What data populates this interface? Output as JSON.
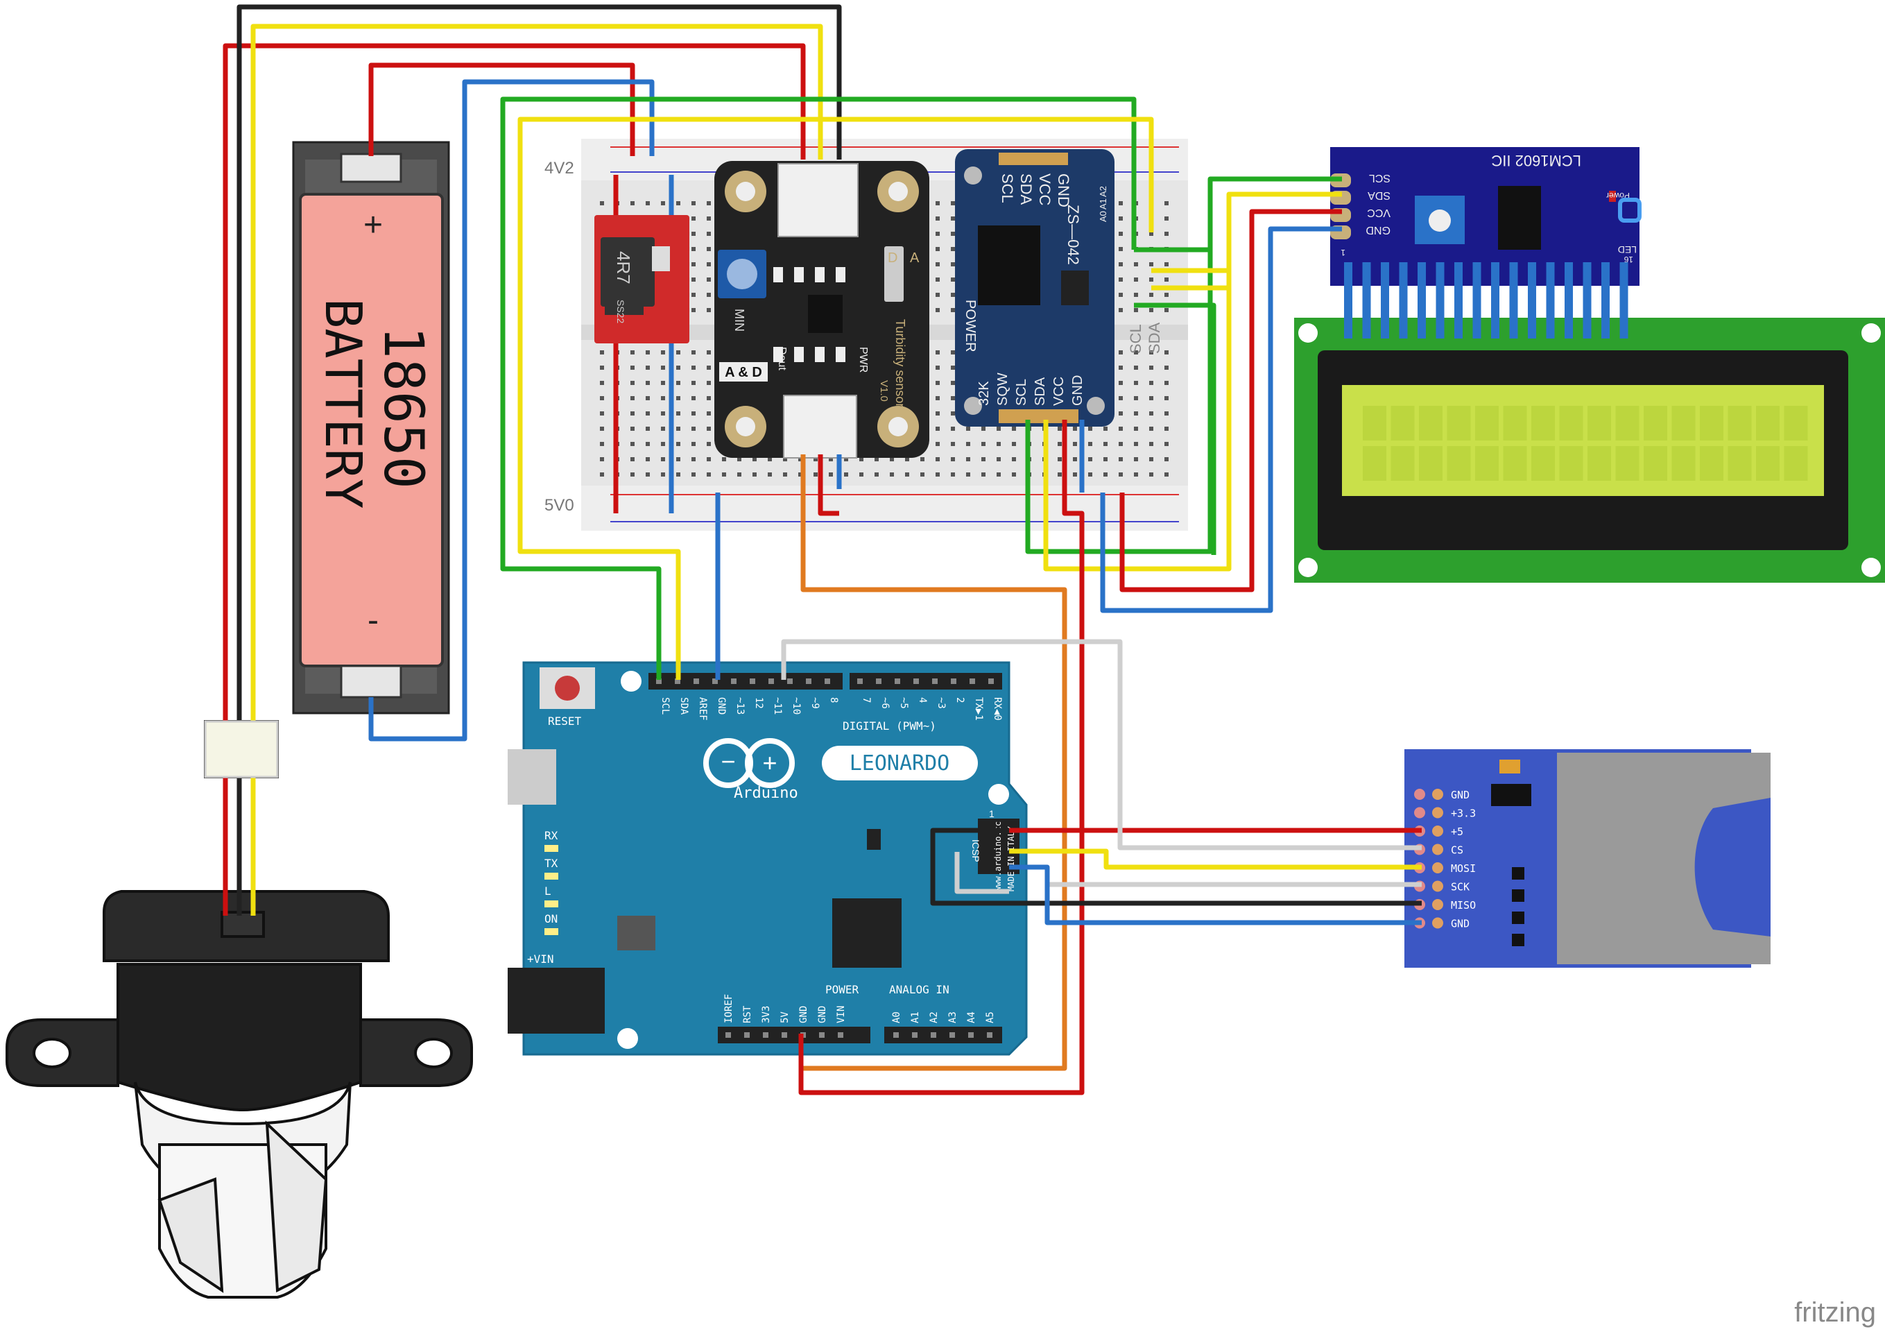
{
  "app": {
    "watermark": "fritzing"
  },
  "battery": {
    "model": "18650",
    "type": "BATTERY",
    "plus": "+",
    "minus": "-"
  },
  "breadboard": {
    "rail_top": "4V2",
    "rail_bottom": "5V0",
    "rail_right_scl": "SCL",
    "rail_right_sda": "SDA"
  },
  "boost_module": {
    "inductor": "4R7",
    "diode": "SS22"
  },
  "turbidity": {
    "name": "Turbidity sensor",
    "version": "V1.0",
    "mode_d": "D",
    "mode_a": "A",
    "min": "MIN",
    "ad": "A & D",
    "dout": "Dout",
    "pwr": "PWR"
  },
  "rtc": {
    "name": "ZS—042",
    "pins_top": [
      "SCL",
      "SDA",
      "VCC",
      "GND"
    ],
    "addr": [
      "A0",
      "A1",
      "A2"
    ],
    "power": "POWER",
    "pins_bottom": [
      "32K",
      "SQW",
      "SCL",
      "SDA",
      "VCC",
      "GND"
    ]
  },
  "lcd_backpack": {
    "name": "LCM1602 IIC",
    "pins": [
      "SCL",
      "SDA",
      "VCC",
      "GND"
    ],
    "power": "Power",
    "led": "LED",
    "pin_first": "1",
    "pin_last": "16"
  },
  "arduino": {
    "brand": "Arduino",
    "model": "LEONARDO",
    "reset": "RESET",
    "top_pins": [
      "SCL",
      "SDA",
      "AREF",
      "GND",
      "~13",
      "12",
      "~11",
      "~10",
      "~9",
      "8",
      "7",
      "~6",
      "~5",
      "4",
      "~3",
      "2",
      "TX▶1",
      "RX◀0"
    ],
    "digital_label": "DIGITAL (PWM~)",
    "leds": [
      "RX",
      "TX",
      "L",
      "ON"
    ],
    "vin": "+VIN",
    "power_label": "POWER",
    "analog_label": "ANALOG IN",
    "power_pins": [
      "IOREF",
      "RST",
      "3V3",
      "5V",
      "GND",
      "GND",
      "VIN"
    ],
    "analog_pins": [
      "A0",
      "A1",
      "A2",
      "A3",
      "A4",
      "A5"
    ],
    "icsp": "ICSP",
    "icsp_pin1": "1",
    "made_in": "www.arduino.cc",
    "made_in_italy": "MADE IN ITALY"
  },
  "sd_module": {
    "pins": [
      "GND",
      "+3.3",
      "+5",
      "CS",
      "MOSI",
      "SCK",
      "MISO",
      "GND"
    ]
  },
  "colors": {
    "red": "#cc1010",
    "black": "#222222",
    "yellow": "#f0e010",
    "blue": "#2a72c8",
    "green": "#22aa22",
    "orange": "#e07a20",
    "white": "#cfcfcf",
    "arduino": "#1f7fa8",
    "rtc": "#1d3a68",
    "lcd_green": "#2da02d",
    "lcd_screen": "#c9e04a",
    "backpack": "#1a1a8a",
    "sd_board": "#3c57c4"
  }
}
